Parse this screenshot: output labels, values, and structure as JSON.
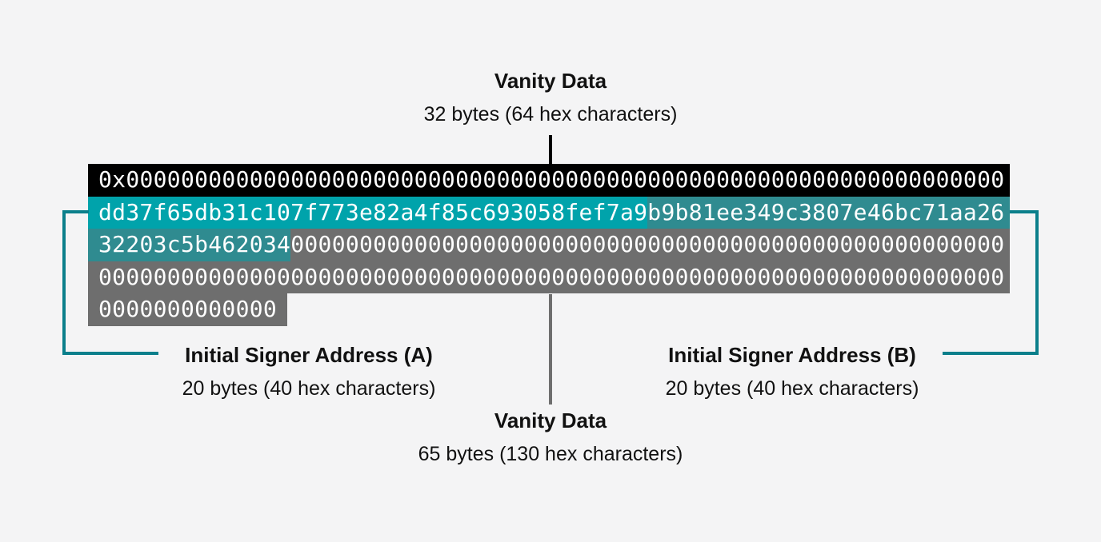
{
  "colors": {
    "background": "#f4f4f5",
    "bar_black": "#000000",
    "bar_gray": "#6e6e6e",
    "signer_a_highlight": "#00a3ab",
    "signer_b_highlight": "#2f8b90",
    "bracket": "#0b7f8b",
    "connector_top": "#000000",
    "connector_bottom": "#6e6e6e",
    "hex_text": "#ffffff",
    "label_text": "#111111"
  },
  "labels": {
    "top": {
      "title": "Vanity Data",
      "subtitle": "32 bytes (64 hex characters)"
    },
    "signer_a": {
      "title": "Initial Signer Address (A)",
      "subtitle": "20 bytes (40 hex characters)"
    },
    "signer_b": {
      "title": "Initial Signer Address (B)",
      "subtitle": "20 bytes (40 hex characters)"
    },
    "bottom": {
      "title": "Vanity Data",
      "subtitle": "65 bytes (130 hex characters)"
    }
  },
  "hex_block": {
    "rows": [
      {
        "segments": [
          {
            "role": "vanity_prefix",
            "text": "0x0000000000000000000000000000000000000000000000000000000000000000"
          }
        ]
      },
      {
        "segments": [
          {
            "role": "signer_a",
            "text": "dd37f65db31c107f773e82a4f85c693058fef7a9"
          },
          {
            "role": "signer_b",
            "text": "b9b81ee349c3807e46bc71aa26"
          }
        ]
      },
      {
        "segments": [
          {
            "role": "signer_b",
            "text": "32203c5b462034"
          },
          {
            "role": "padding",
            "text": "0000000000000000000000000000000000000000000000000000"
          }
        ]
      },
      {
        "segments": [
          {
            "role": "padding",
            "text": "000000000000000000000000000000000000000000000000000000000000000000"
          }
        ]
      },
      {
        "segments": [
          {
            "role": "padding",
            "text": "0000000000000"
          }
        ]
      }
    ]
  }
}
